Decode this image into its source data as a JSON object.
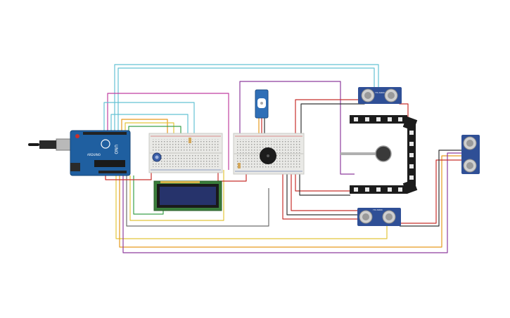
{
  "arduino": {
    "board_text": "UNO",
    "brand_text": "ARDUINO"
  },
  "sensors": {
    "sensor_label": "HC-SR04"
  },
  "lcd": {
    "screen_text": ""
  },
  "colors": {
    "arduino_blue": "#1f5fa0",
    "lcd_green": "#3a7d3a",
    "lcd_screen": "#26336b",
    "sensor_blue": "#2f4f96",
    "breadboard": "#e9e9e6",
    "strip": "#1c1c1c",
    "wire_cyan": "#64c2d4",
    "wire_purple": "#8e3c9e",
    "wire_magenta": "#c03fa0",
    "wire_orange": "#e69a1d",
    "wire_yellow": "#e2c53a",
    "wire_green": "#3aa04a",
    "wire_red": "#c8302c",
    "wire_gray": "#6d6d6d",
    "wire_dark": "#333333"
  },
  "icons": {
    "usb": "usb-connector-icon",
    "power": "power-jack-icon",
    "potentiometer": "potentiometer-icon",
    "buzzer": "buzzer-icon",
    "servo": "servo-icon",
    "force_sensor": "force-sensor-icon"
  }
}
